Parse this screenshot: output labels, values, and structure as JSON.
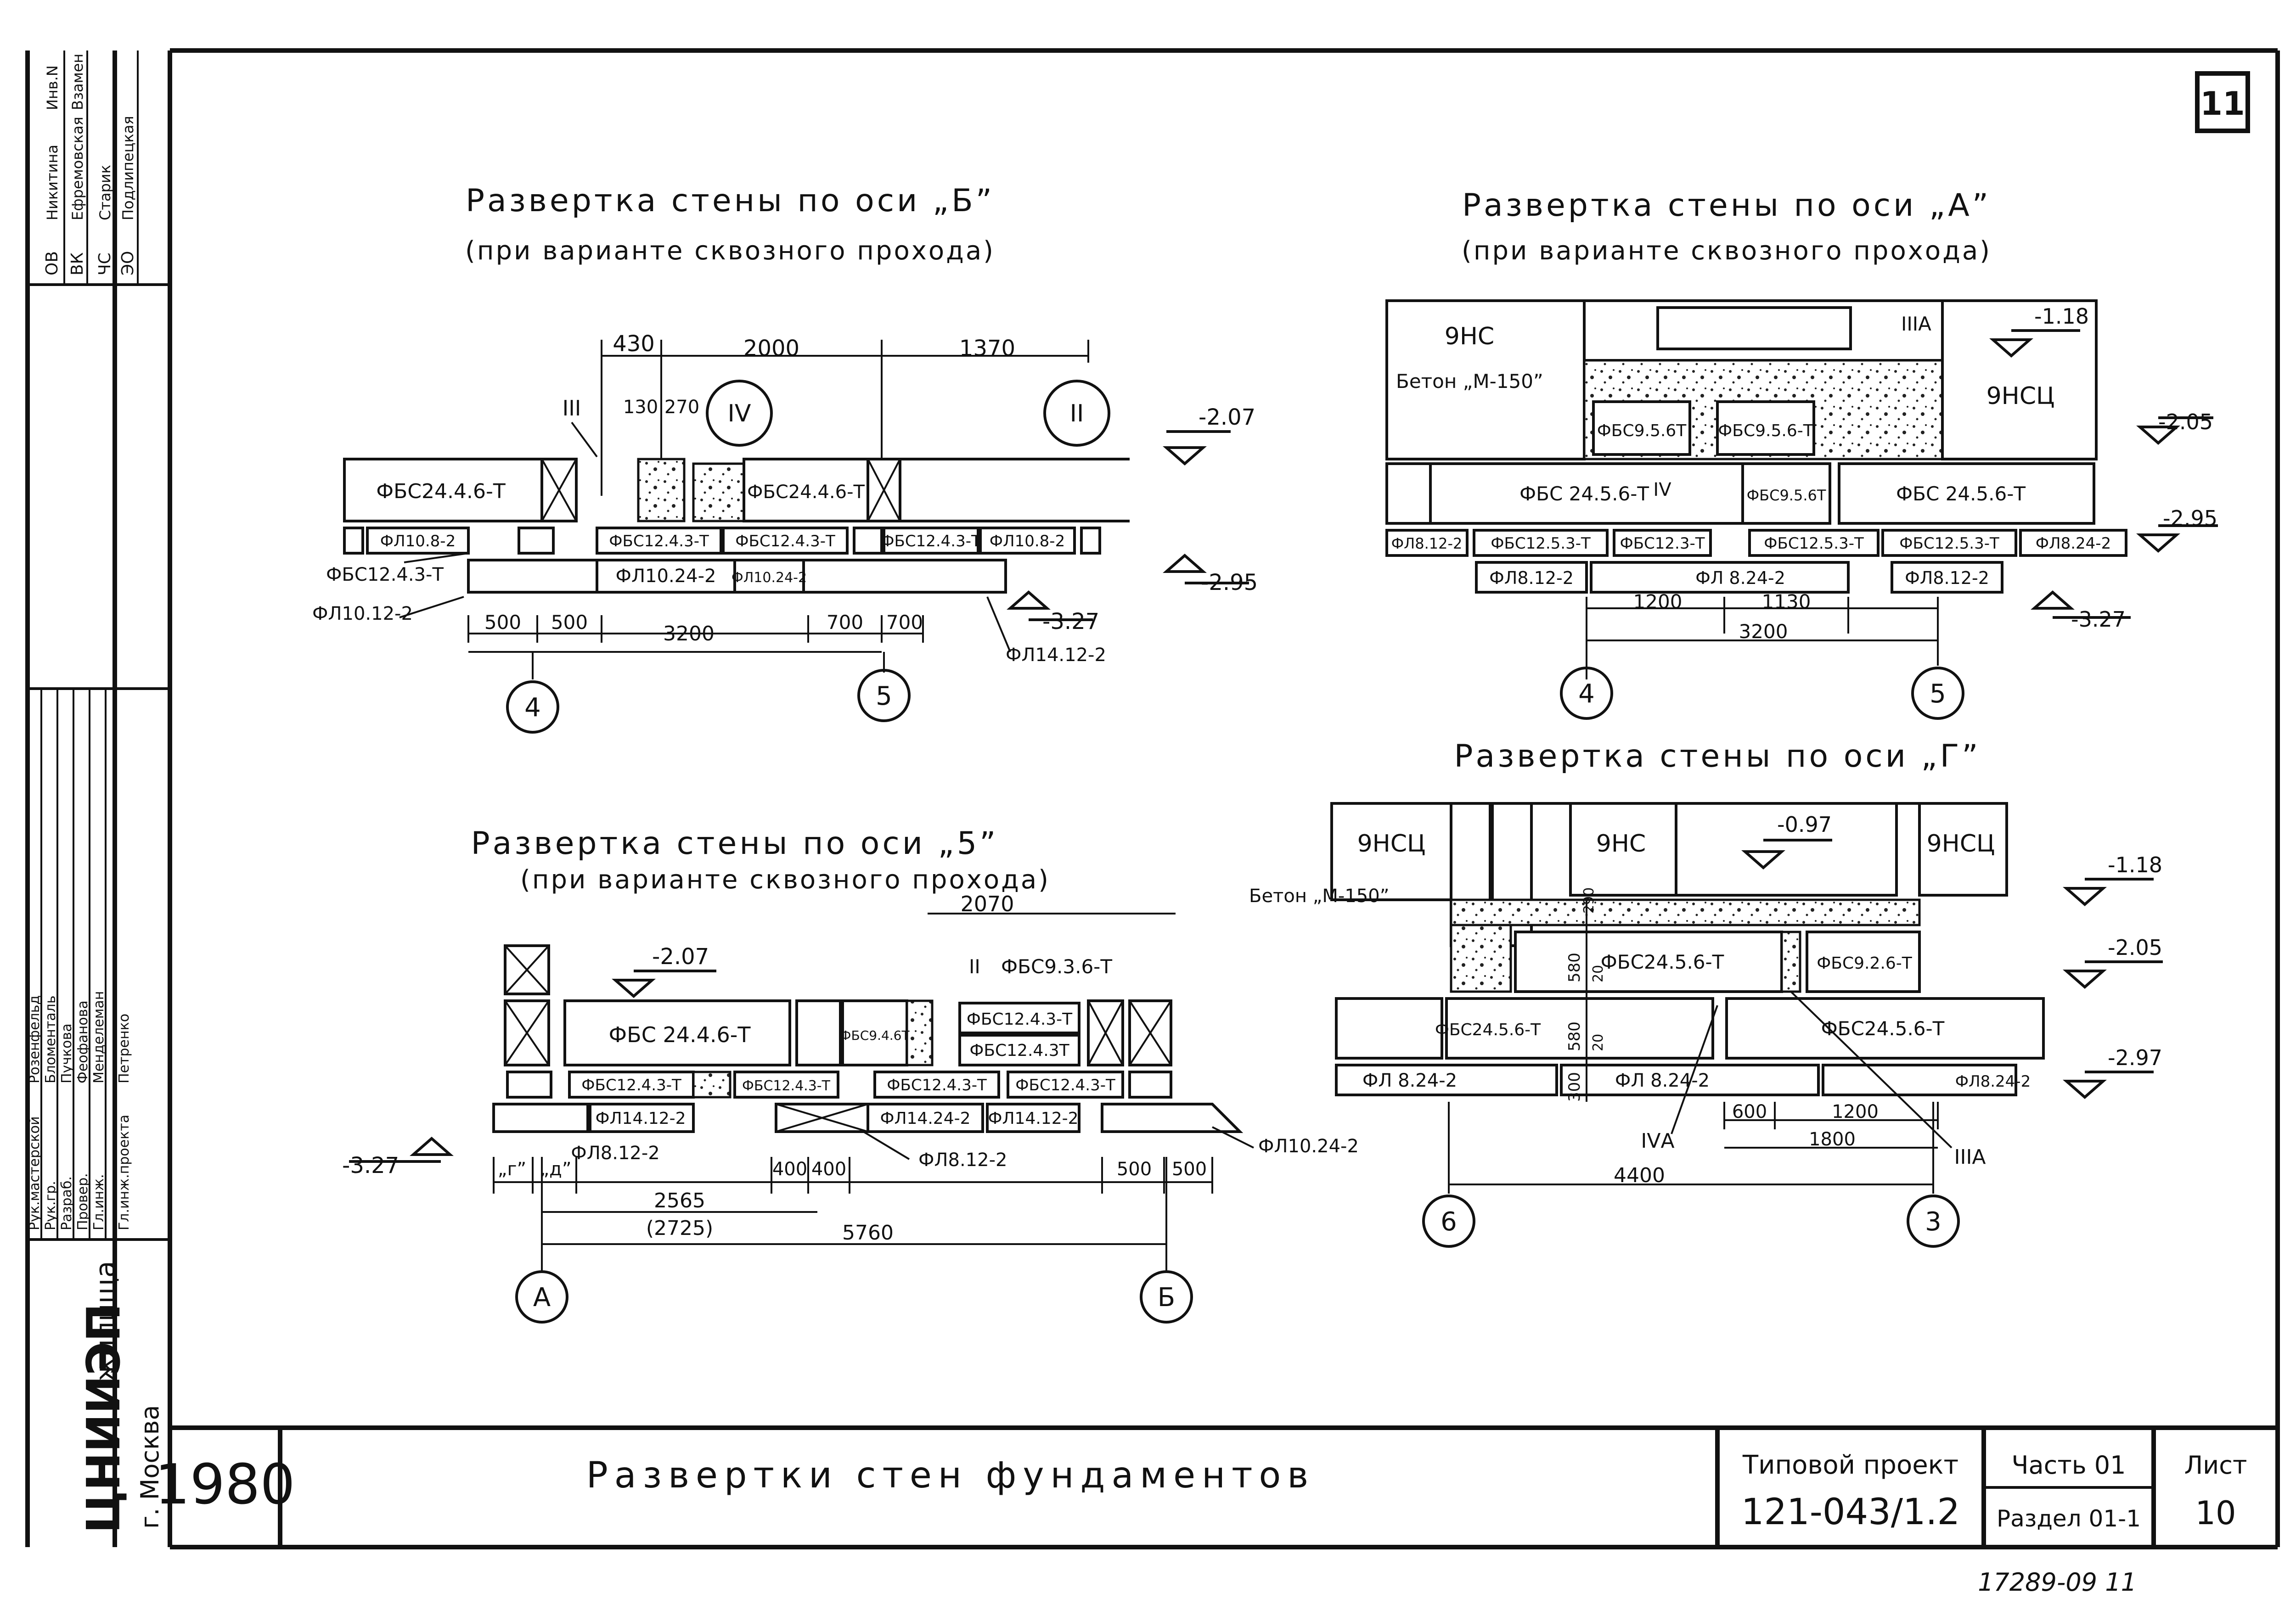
{
  "sheet_number_top": "11",
  "stamp": {
    "org_line1": "ЦНИИЭП",
    "org_line2": "жилища",
    "org_city": "г. Москва",
    "year": "1980",
    "title": "Развертки стен фундаментов",
    "project_label": "Типовой проект",
    "project_code": "121-043/1.2",
    "part_label": "Часть 01",
    "section_label": "Раздел 01-1",
    "sheet_label": "Лист",
    "sheet_value": "10",
    "archive_number": "17289-09 11",
    "roles": [
      {
        "role": "Рук.мастерской",
        "name": "Розенфельд"
      },
      {
        "role": "Рук.гр.",
        "name": "Бломенталь"
      },
      {
        "role": "Разраб.",
        "name": "Пучкова"
      },
      {
        "role": "Провер.",
        "name": "Феофанова"
      },
      {
        "role": "Гл.инж.",
        "name": "Менделеман"
      },
      {
        "role": "Гл.инж.проекта",
        "name": "Петренко"
      }
    ],
    "side_top": [
      {
        "dept": "ОВ",
        "name": "Никитина",
        "extra": "Инв.N"
      },
      {
        "dept": "ВК",
        "name": "Ефремовская",
        "extra": "Взамен"
      },
      {
        "dept": "ЧС",
        "name": "Старик",
        "extra": ""
      },
      {
        "dept": "ЭО",
        "name": "Подлипецкая",
        "extra": ""
      }
    ]
  },
  "view_b": {
    "title": "Развертка стены по оси „Б”",
    "subtitle": "(при варианте сквозного прохода)",
    "dims_top": [
      "430",
      "2000",
      "1370"
    ],
    "dims_small": [
      "130",
      "270"
    ],
    "callouts": [
      "III",
      "IV",
      "II"
    ],
    "levels": [
      "-2.07",
      "-2.95",
      "-3.27"
    ],
    "blocks_row1": [
      "ФБС24.4.6-Т",
      "ФБС24.4.6-Т"
    ],
    "blocks_row2": [
      "ФЛ10.8-2",
      "ФБС12.4.3-Т",
      "ФБС12.4.3-Т",
      "ФБС12.4.3-Т",
      "ФЛ10.8-2"
    ],
    "blocks_row3": [
      "ФЛ10.24-2",
      "ФЛ10.24-2"
    ],
    "labels": [
      "ФБС12.4.3-Т",
      "ФЛ10.12-2",
      "ФЛ14.12-2"
    ],
    "dims_bottom": [
      "500",
      "500",
      "700",
      "700",
      "3200"
    ],
    "axes": [
      "4",
      "5"
    ]
  },
  "view_a": {
    "title": "Развертка стены по оси „А”",
    "subtitle": "(при варианте сквозного прохода)",
    "zones": [
      "9НС",
      "9НСЦ",
      "Бетон „М-150”"
    ],
    "callouts": [
      "IIIА",
      "IV"
    ],
    "levels": [
      "-1.18",
      "-2.05",
      "-2.95",
      "-3.27"
    ],
    "blocks_row1": [
      "ФБС9.5.6Т",
      "ФБС9.5.6-Т"
    ],
    "blocks_row2": [
      "ФБС 24.5.6-Т",
      "ФБС9.5.6Т",
      "ФБС 24.5.6-Т"
    ],
    "blocks_row3": [
      "ФЛ8.12-2",
      "ФБС12.5.3-Т",
      "ФБС12.3-Т",
      "ФБС12.5.3-Т",
      "ФБС12.5.3-Т",
      "ФЛ8.24-2"
    ],
    "blocks_row4": [
      "ФЛ8.12-2",
      "ФЛ 8.24-2",
      "ФЛ8.12-2"
    ],
    "dims_bottom": [
      "1200",
      "1130",
      "3200"
    ],
    "axes": [
      "4",
      "5"
    ]
  },
  "view_5": {
    "title": "Развертка стены по оси „5”",
    "subtitle": "(при варианте сквозного прохода)",
    "dim_top": "2070",
    "callouts": [
      "II"
    ],
    "levels": [
      "-2.07",
      "-3.27"
    ],
    "blocks_row1": [
      "ФБС 24.4.6-Т",
      "ФБС9.4.6Т",
      "ФБС12.4.3-Т",
      "ФБС12.4.3Т"
    ],
    "label_top": "ФБС9.3.6-Т",
    "blocks_row2": [
      "ФБС12.4.3-Т",
      "ФБС12.4.3-Т",
      "ФБС12.4.3-Т",
      "ФБС12.4.3-Т"
    ],
    "blocks_row3": [
      "ФЛ14.12-2",
      "ФЛ14.24-2",
      "ФЛ14.12-2"
    ],
    "labels": [
      "ФЛ8.12-2",
      "ФЛ8.12-2",
      "ФЛ10.24-2"
    ],
    "dims_bottom": [
      "„г”",
      "„д”",
      "400",
      "400",
      "500",
      "500",
      "2565",
      "(2725)",
      "5760"
    ],
    "axes": [
      "А",
      "Б"
    ]
  },
  "view_g": {
    "title": "Развертка стены по оси „Г”",
    "zones": [
      "9НСЦ",
      "9НС",
      "9НСЦ",
      "Бетон „М-150”"
    ],
    "levels": [
      "-0.97",
      "-1.18",
      "-2.05",
      "-2.97"
    ],
    "blocks_row1": [
      "ФБС24.5.6-Т",
      "ФБС9.2.6-Т"
    ],
    "blocks_row2": [
      "ФБС24.5.6-Т",
      "ФБС24.5.6-Т"
    ],
    "blocks_row3": [
      "ФЛ 8.24-2",
      "ФЛ 8.24-2",
      "ФЛ8.24-2"
    ],
    "dims_vert": [
      "290",
      "580",
      "20",
      "580",
      "20",
      "300"
    ],
    "callouts": [
      "IVА",
      "IIIА"
    ],
    "dims_bottom": [
      "600",
      "1200",
      "1800",
      "4400"
    ],
    "axes": [
      "6",
      "3"
    ]
  }
}
